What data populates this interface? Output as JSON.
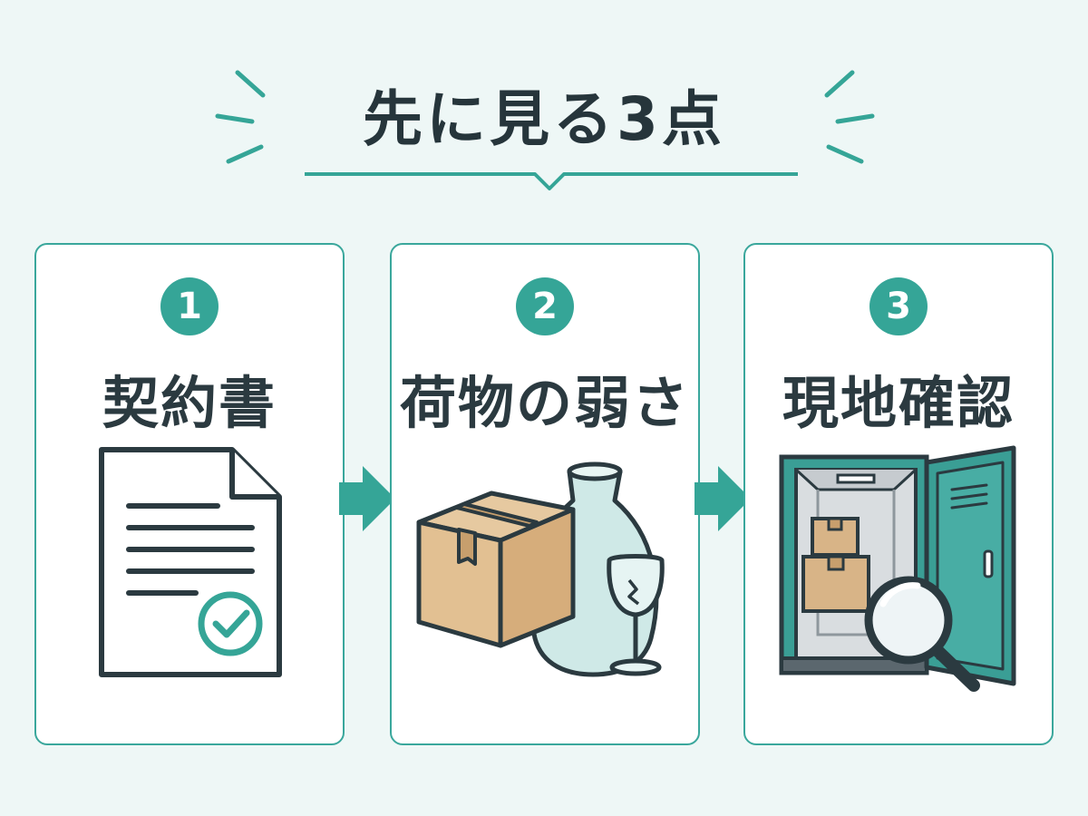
{
  "header": {
    "title": "先に見る3点"
  },
  "steps": [
    {
      "number": "1",
      "label": "契約書",
      "icon": "contract-document-icon"
    },
    {
      "number": "2",
      "label": "荷物の弱さ",
      "icon": "fragile-items-icon"
    },
    {
      "number": "3",
      "label": "現地確認",
      "icon": "storage-locker-inspection-icon"
    }
  ],
  "colors": {
    "accent": "#35a597",
    "text": "#2b3a40",
    "background": "#eef7f6",
    "cardBorder": "#3aa79c"
  }
}
